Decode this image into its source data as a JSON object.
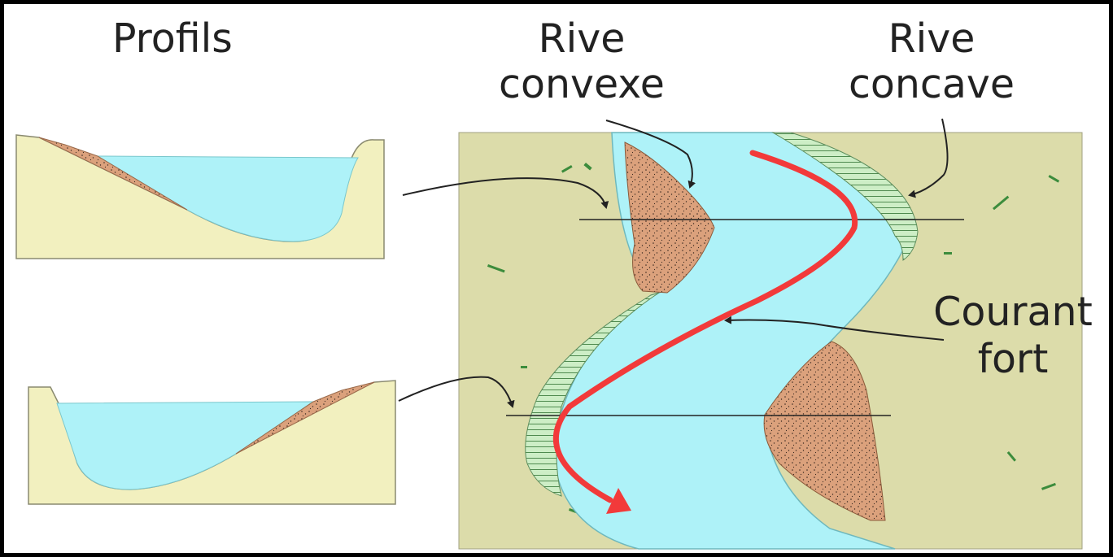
{
  "labels": {
    "profils": "Profils",
    "convex_line1": "Rive",
    "convex_line2": "convexe",
    "concave_line1": "Rive",
    "concave_line2": "concave",
    "courant_line1": "Courant",
    "courant_line2": "fort"
  },
  "colors": {
    "land": "#dcdcaa",
    "profile_land": "#f2f0bf",
    "water": "#aef2f8",
    "deposit": "#d9a27e",
    "erosion": "#c9ecc2",
    "current": "#f23a3a",
    "outline": "#6f6f5a",
    "arrow": "#222222"
  }
}
